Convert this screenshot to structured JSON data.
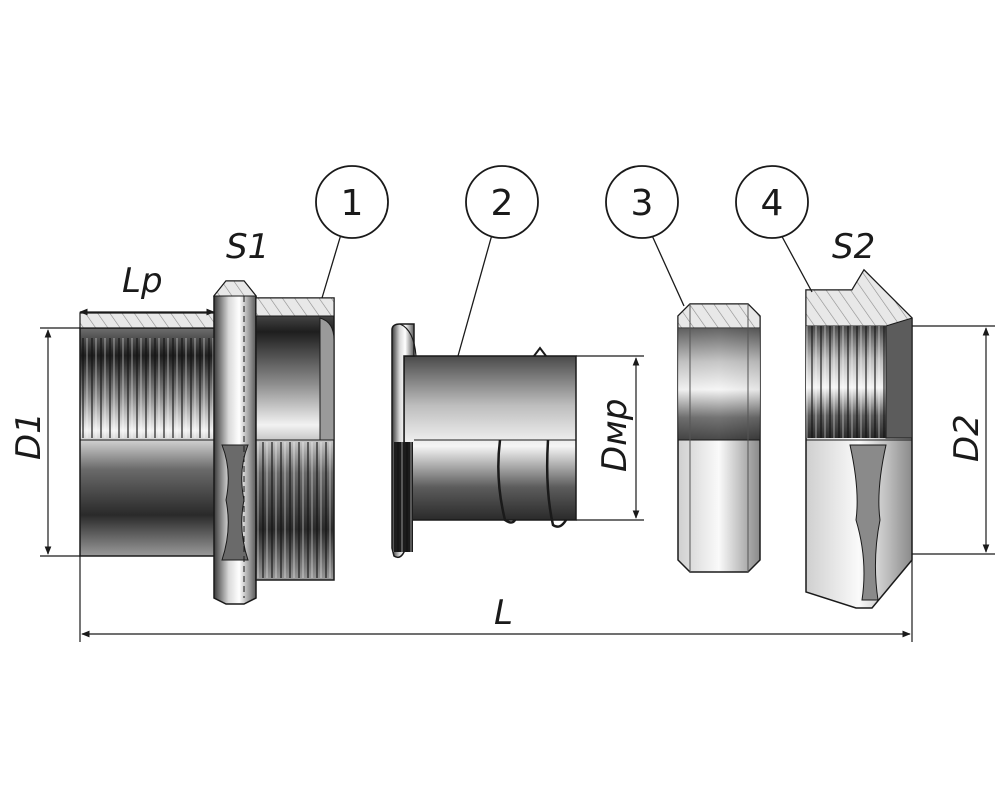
{
  "callouts": [
    {
      "id": "1",
      "label": "1"
    },
    {
      "id": "2",
      "label": "2"
    },
    {
      "id": "3",
      "label": "3"
    },
    {
      "id": "4",
      "label": "4"
    }
  ],
  "dimensions": {
    "lp": "Lp",
    "s1": "S1",
    "s2": "S2",
    "d1": "D1",
    "d2": "D2",
    "dmp": "Dмр",
    "l": "L"
  },
  "colors": {
    "line": "#1a1a1a",
    "metal_dark": "#2b2b2b",
    "metal_mid": "#7d7d7d",
    "metal_light": "#e6e6e6",
    "cut_face": "#c9c9c9"
  }
}
